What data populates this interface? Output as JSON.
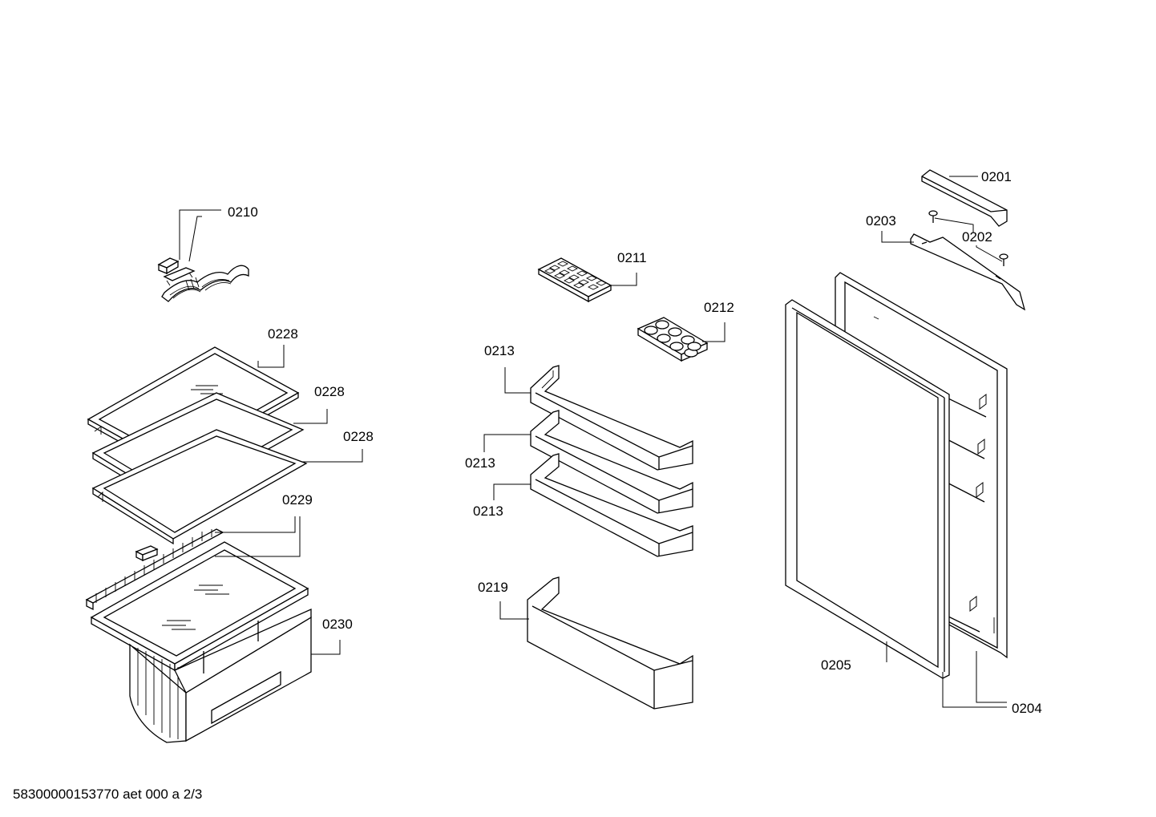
{
  "labels": {
    "p0201": "0201",
    "p0202": "0202",
    "p0203": "0203",
    "p0204": "0204",
    "p0205": "0205",
    "p0210": "0210",
    "p0211": "0211",
    "p0212": "0212",
    "p0213a": "0213",
    "p0213b": "0213",
    "p0213c": "0213",
    "p0219": "0219",
    "p0228a": "0228",
    "p0228b": "0228",
    "p0228c": "0228",
    "p0229": "0229",
    "p0230": "0230"
  },
  "footer": "58300000153770 aet 000 a 2/3"
}
